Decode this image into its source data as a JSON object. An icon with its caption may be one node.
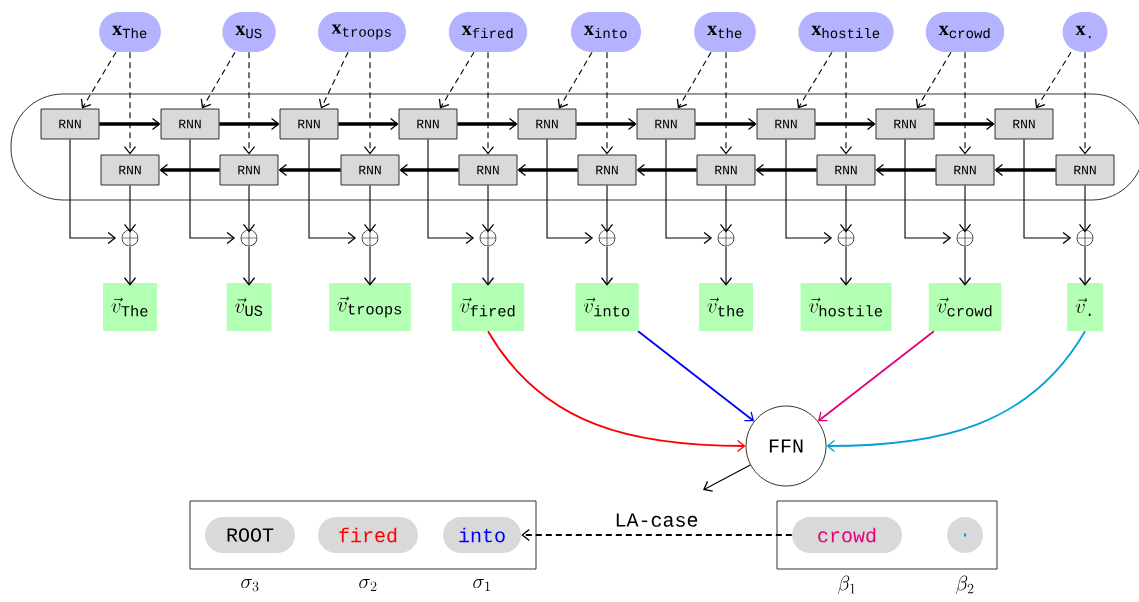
{
  "diagram": {
    "nodes": [
      {
        "text": [
          "\\mathbf{x}_{\\texttt{The}}"
        ]
      },
      {
        "text": [
          "\\mathbf{x}_{\\texttt{US}}"
        ]
      },
      {
        "text": [
          "\\mathbf{x}_{\\texttt{troops}}"
        ]
      },
      {
        "text": [
          "\\mathbf{x}_{\\texttt{fired}}"
        ]
      },
      {
        "text": [
          "\\mathbf{x}_{\\texttt{into}}"
        ]
      },
      {
        "text": [
          "\\mathbf{x}_{\\texttt{the}}"
        ]
      },
      {
        "text": [
          "\\mathbf{x}_{\\texttt{hostile}}"
        ]
      },
      {
        "text": [
          "\\mathbf{x}_{\\texttt{crowd}}"
        ]
      },
      {
        "text": [
          "\\mathbf{x}_{\\texttt{.}}"
        ]
      },
      {
        "text": [],
        "shape": "box"
      },
      {
        "text": [
          "RNN"
        ],
        "in": 9
      },
      {
        "text": [
          "RNN"
        ],
        "in": 9
      },
      {
        "text": [
          "RNN"
        ],
        "in": 9
      },
      {
        "text": [
          "RNN"
        ],
        "in": 9
      },
      {
        "text": [
          "RNN"
        ],
        "in": 9
      },
      {
        "text": [
          "RNN"
        ],
        "in": 9
      },
      {
        "text": [
          "RNN"
        ],
        "in": 9
      },
      {
        "text": [
          "RNN"
        ],
        "in": 9
      },
      {
        "text": [
          "RNN"
        ],
        "in": 9
      },
      {
        "text": [
          "RNN"
        ],
        "in": 9
      },
      {
        "text": [
          "RNN"
        ],
        "in": 9
      },
      {
        "text": [
          "RNN"
        ],
        "in": 9
      },
      {
        "text": [
          "RNN"
        ],
        "in": 9
      },
      {
        "text": [
          "RNN"
        ],
        "in": 9
      },
      {
        "text": [
          "RNN"
        ],
        "in": 9
      },
      {
        "text": [
          "RNN"
        ],
        "in": 9
      },
      {
        "text": [
          "RNN"
        ],
        "in": 9
      },
      {
        "text": [
          "RNN"
        ],
        "in": 9
      },
      {
        "text": [
          "\\oplus"
        ]
      },
      {
        "text": [
          "\\oplus"
        ]
      },
      {
        "text": [
          "\\oplus"
        ]
      },
      {
        "text": [
          "\\oplus"
        ]
      },
      {
        "text": [
          "\\oplus"
        ]
      },
      {
        "text": [
          "\\oplus"
        ]
      },
      {
        "text": [
          "\\oplus"
        ]
      },
      {
        "text": [
          "\\oplus"
        ]
      },
      {
        "text": [
          "\\oplus"
        ]
      },
      {
        "text": [
          "\\vec{v}_{\\texttt{The}}"
        ]
      },
      {
        "text": [
          "\\vec{v}_{\\texttt{US}}"
        ]
      },
      {
        "text": [
          "\\vec{v}_{\\texttt{troops}}"
        ]
      },
      {
        "text": [
          "\\vec{v}_{\\texttt{fired}}"
        ]
      },
      {
        "text": [
          "\\vec{v}_{\\texttt{into}}"
        ]
      },
      {
        "text": [
          "\\vec{v}_{\\texttt{the}}"
        ]
      },
      {
        "text": [
          "\\vec{v}_{\\texttt{hostile}}"
        ]
      },
      {
        "text": [
          "\\vec{v}_{\\texttt{crowd}}"
        ]
      },
      {
        "text": [
          "\\vec{v}_{\\texttt{.}}"
        ]
      },
      {
        "text": [
          "FFN"
        ]
      },
      {
        "text": [],
        "shape": "box"
      },
      {
        "text": [
          "ROOT"
        ],
        "in": 47,
        "beside": [
          "\\sigma_3"
        ]
      },
      {
        "text": [
          "fired"
        ],
        "in": 47,
        "beside": [
          "\\sigma_2"
        ]
      },
      {
        "text": [
          "into"
        ],
        "in": 47,
        "beside": [
          "\\sigma_1"
        ]
      },
      {
        "text": [],
        "shape": "box"
      },
      {
        "text": [
          "crowd"
        ],
        "in": 51,
        "beside": [
          "\\beta_1"
        ]
      },
      {
        "text": [
          "."
        ],
        "in": 51,
        "beside": [
          "\\beta_2"
        ]
      }
    ],
    "edges": [
      {
        "from": 0,
        "to": 10,
        "arrow": "to",
        "style": "dashed"
      },
      {
        "from": 0,
        "to": 19,
        "arrow": "to",
        "style": "dashed"
      },
      {
        "from": 1,
        "to": 11,
        "arrow": "to",
        "style": "dashed"
      },
      {
        "from": 1,
        "to": 20,
        "arrow": "to",
        "style": "dashed"
      },
      {
        "from": 2,
        "to": 12,
        "arrow": "to",
        "style": "dashed"
      },
      {
        "from": 2,
        "to": 21,
        "arrow": "to",
        "style": "dashed"
      },
      {
        "from": 3,
        "to": 13,
        "arrow": "to",
        "style": "dashed"
      },
      {
        "from": 3,
        "to": 22,
        "arrow": "to",
        "style": "dashed"
      },
      {
        "from": 4,
        "to": 14,
        "arrow": "to",
        "style": "dashed"
      },
      {
        "from": 4,
        "to": 23,
        "arrow": "to",
        "style": "dashed"
      },
      {
        "from": 5,
        "to": 15,
        "arrow": "to",
        "style": "dashed"
      },
      {
        "from": 5,
        "to": 24,
        "arrow": "to",
        "style": "dashed"
      },
      {
        "from": 6,
        "to": 16,
        "arrow": "to",
        "style": "dashed"
      },
      {
        "from": 6,
        "to": 25,
        "arrow": "to",
        "style": "dashed"
      },
      {
        "from": 7,
        "to": 17,
        "arrow": "to",
        "style": "dashed"
      },
      {
        "from": 7,
        "to": 26,
        "arrow": "to",
        "style": "dashed"
      },
      {
        "from": 8,
        "to": 18,
        "arrow": "to",
        "style": "dashed"
      },
      {
        "from": 8,
        "to": 27,
        "arrow": "to",
        "style": "dashed"
      },
      {
        "from": 10,
        "to": 11,
        "arrow": "to",
        "style": "thick"
      },
      {
        "from": 11,
        "to": 12,
        "arrow": "to",
        "style": "thick"
      },
      {
        "from": 12,
        "to": 13,
        "arrow": "to",
        "style": "thick"
      },
      {
        "from": 13,
        "to": 14,
        "arrow": "to",
        "style": "thick"
      },
      {
        "from": 14,
        "to": 15,
        "arrow": "to",
        "style": "thick"
      },
      {
        "from": 15,
        "to": 16,
        "arrow": "to",
        "style": "thick"
      },
      {
        "from": 16,
        "to": 17,
        "arrow": "to",
        "style": "thick"
      },
      {
        "from": 17,
        "to": 18,
        "arrow": "to",
        "style": "thick"
      },
      {
        "from": 27,
        "to": 26,
        "arrow": "to",
        "style": "thick"
      },
      {
        "from": 26,
        "to": 25,
        "arrow": "to",
        "style": "thick"
      },
      {
        "from": 25,
        "to": 24,
        "arrow": "to",
        "style": "thick"
      },
      {
        "from": 24,
        "to": 23,
        "arrow": "to",
        "style": "thick"
      },
      {
        "from": 23,
        "to": 22,
        "arrow": "to",
        "style": "thick"
      },
      {
        "from": 22,
        "to": 21,
        "arrow": "to",
        "style": "thick"
      },
      {
        "from": 21,
        "to": 20,
        "arrow": "to",
        "style": "thick"
      },
      {
        "from": 20,
        "to": 19,
        "arrow": "to",
        "style": "thick"
      },
      {
        "from": 10,
        "to": 28,
        "arrow": "to"
      },
      {
        "from": 19,
        "to": 28,
        "arrow": "to"
      },
      {
        "from": 11,
        "to": 29,
        "arrow": "to"
      },
      {
        "from": 20,
        "to": 29,
        "arrow": "to"
      },
      {
        "from": 12,
        "to": 30,
        "arrow": "to"
      },
      {
        "from": 21,
        "to": 30,
        "arrow": "to"
      },
      {
        "from": 13,
        "to": 31,
        "arrow": "to"
      },
      {
        "from": 22,
        "to": 31,
        "arrow": "to"
      },
      {
        "from": 14,
        "to": 32,
        "arrow": "to"
      },
      {
        "from": 23,
        "to": 32,
        "arrow": "to"
      },
      {
        "from": 15,
        "to": 33,
        "arrow": "to"
      },
      {
        "from": 24,
        "to": 33,
        "arrow": "to"
      },
      {
        "from": 16,
        "to": 34,
        "arrow": "to"
      },
      {
        "from": 25,
        "to": 34,
        "arrow": "to"
      },
      {
        "from": 17,
        "to": 35,
        "arrow": "to"
      },
      {
        "from": 26,
        "to": 35,
        "arrow": "to"
      },
      {
        "from": 18,
        "to": 36,
        "arrow": "to"
      },
      {
        "from": 27,
        "to": 36,
        "arrow": "to"
      },
      {
        "from": 28,
        "to": 37,
        "arrow": "to"
      },
      {
        "from": 29,
        "to": 38,
        "arrow": "to"
      },
      {
        "from": 30,
        "to": 39,
        "arrow": "to"
      },
      {
        "from": 31,
        "to": 40,
        "arrow": "to"
      },
      {
        "from": 32,
        "to": 41,
        "arrow": "to"
      },
      {
        "from": 33,
        "to": 42,
        "arrow": "to"
      },
      {
        "from": 34,
        "to": 43,
        "arrow": "to"
      },
      {
        "from": 35,
        "to": 44,
        "arrow": "to"
      },
      {
        "from": 36,
        "to": 45,
        "arrow": "to"
      },
      {
        "from": 40,
        "to": 46,
        "arrow": "to",
        "color": "#ff0000"
      },
      {
        "from": 41,
        "to": 46,
        "arrow": "to",
        "color": "#0000ff"
      },
      {
        "from": 44,
        "to": 46,
        "arrow": "to",
        "color": "#e6007e"
      },
      {
        "from": 45,
        "to": 46,
        "arrow": "to",
        "color": "#00a0d8"
      },
      {
        "from": 46,
        "to": null,
        "arrow": "to"
      },
      {
        "from": 52,
        "to": 50,
        "arrow": "to",
        "style": "dashed",
        "label": "LA-case"
      }
    ]
  }
}
